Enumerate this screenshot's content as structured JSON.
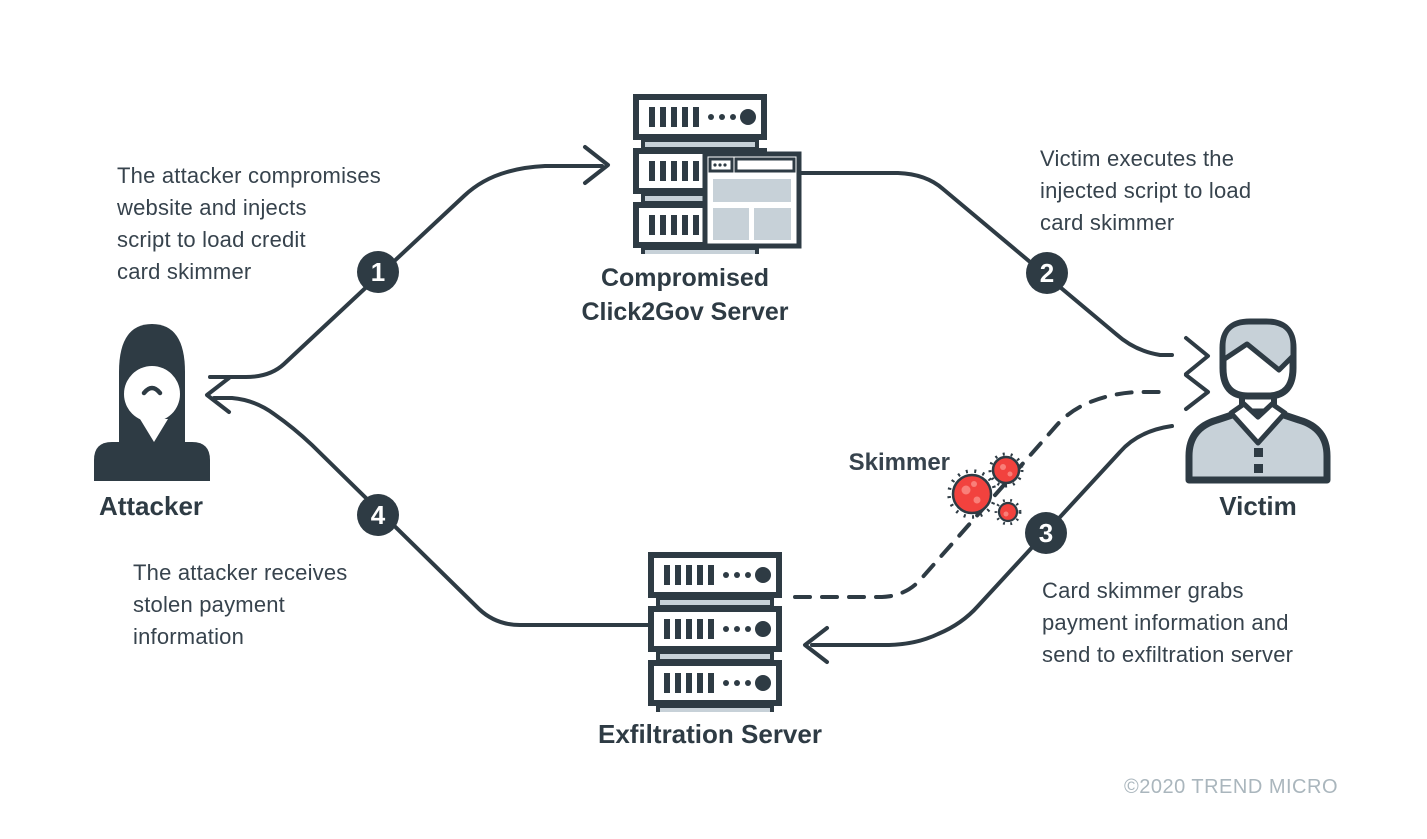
{
  "diagram_type": "attack-flow-infographic",
  "nodes": {
    "attacker": {
      "label": "Attacker"
    },
    "compromised_server": {
      "label_lines": [
        "Compromised",
        "Click2Gov Server"
      ]
    },
    "victim": {
      "label": "Victim"
    },
    "exfiltration_server": {
      "label": "Exfiltration Server"
    },
    "skimmer": {
      "label": "Skimmer"
    }
  },
  "steps": [
    {
      "number": "1",
      "lines": [
        "The attacker compromises",
        "website and injects",
        "script to load credit",
        "card skimmer"
      ]
    },
    {
      "number": "2",
      "lines": [
        "Victim executes the",
        "injected script to load",
        "card skimmer"
      ]
    },
    {
      "number": "3",
      "lines": [
        "Card skimmer grabs",
        "payment information and",
        "send to exfiltration server"
      ]
    },
    {
      "number": "4",
      "lines": [
        "The attacker receives",
        "stolen payment",
        "information"
      ]
    }
  ],
  "footer": {
    "copyright": "©2020 TREND MICRO"
  },
  "colors": {
    "outline_dark": "#2e3b44",
    "text_dark": "#37434d",
    "light_fill": "#c7d1d8",
    "malware_red": "#f2423e",
    "malware_red_light": "#f97f79",
    "copyright_gray": "#aab6bd",
    "background": "#ffffff"
  }
}
